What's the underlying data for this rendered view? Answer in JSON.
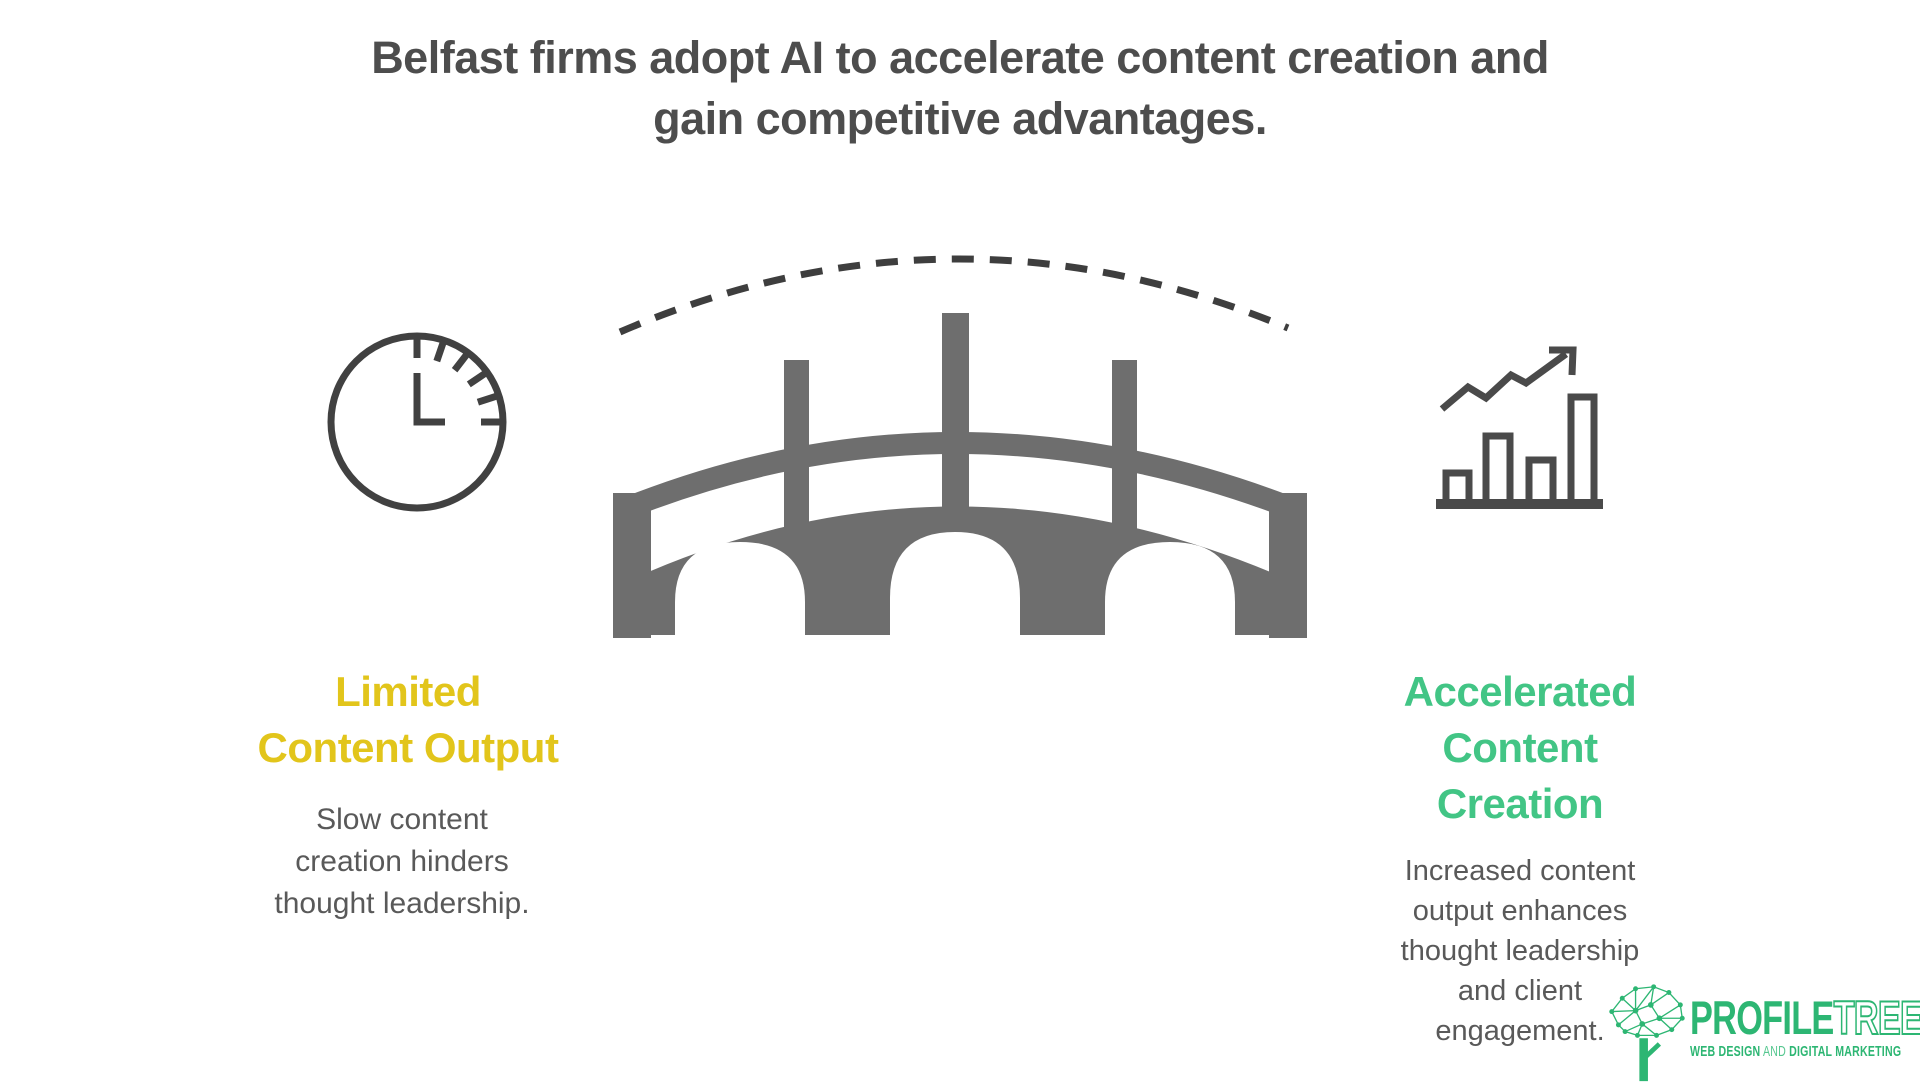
{
  "title": {
    "line1": "Belfast firms adopt AI to accelerate content creation and",
    "line2": "gain competitive advantages."
  },
  "left_column": {
    "icon": "clock-icon",
    "heading": "Limited\nContent Output",
    "heading_color": "#e2c51b",
    "body": "Slow content\ncreation hinders\nthought leadership."
  },
  "center_graphic": {
    "icon": "bridge-icon",
    "overlay": "dashed-arc-path",
    "bridge_color": "#6e6e6e",
    "dash_color": "#3e3e3e"
  },
  "right_column": {
    "icon": "growth-bar-chart-icon",
    "heading": "Accelerated\nContent\nCreation",
    "heading_color": "#42c585",
    "body": "Increased content\noutput enhances\nthought leadership\nand client\nengagement."
  },
  "logo": {
    "icon": "tree-network-icon",
    "brand_part1": "PROFILE",
    "brand_part2": "TREE",
    "tagline_part1": "WEB DESIGN",
    "tagline_and": " AND ",
    "tagline_part2": "DIGITAL MARKETING",
    "brand_color": "#2db673"
  },
  "colors": {
    "title_text": "#4d4d4d",
    "body_text": "#595959",
    "icon_stroke": "#414141",
    "background": "#ffffff"
  }
}
